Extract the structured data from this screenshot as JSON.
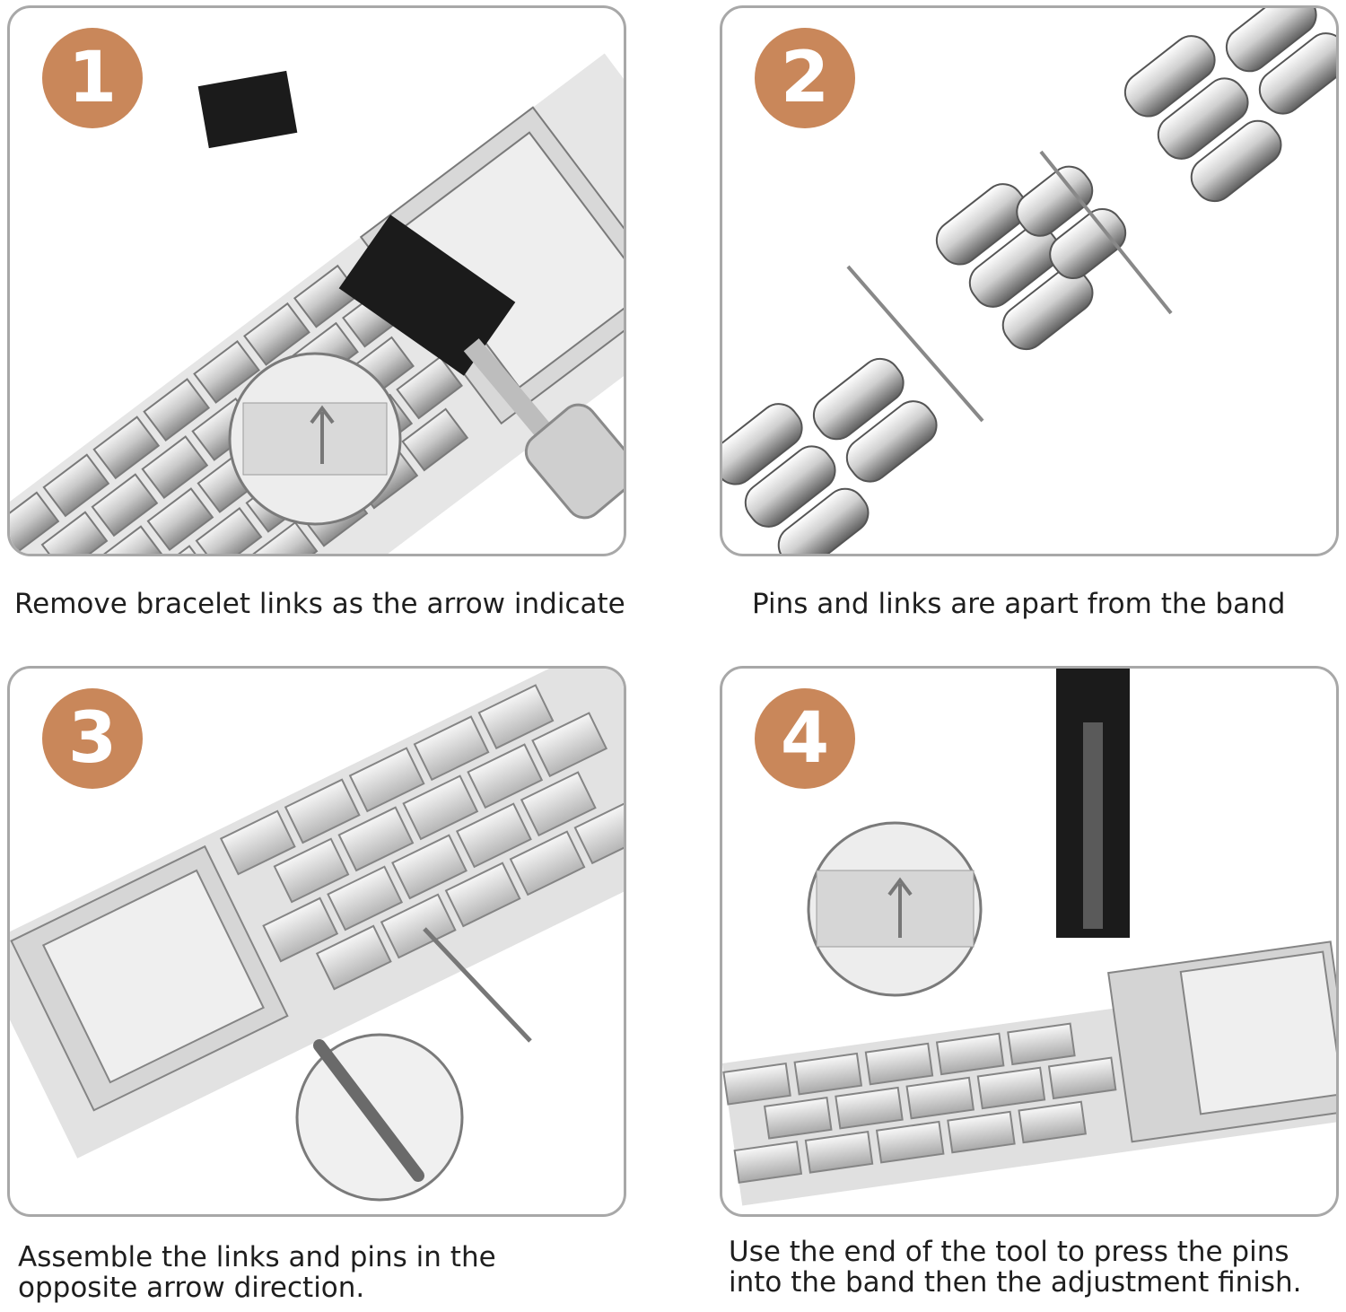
{
  "colors": {
    "badge": "#c9875a",
    "border": "#a8a8a8",
    "steel_light": "#e9e9e9",
    "steel_mid": "#bdbdbd",
    "steel_dark": "#6d6d6d",
    "tool_black": "#1b1b1b"
  },
  "steps": [
    {
      "number": "1",
      "caption_lines": [
        "Remove bracelet links as the arrow indicate"
      ],
      "icons": [
        "watch-band-illustration",
        "pin-remover-tool-icon",
        "arrow-detail-magnifier-icon"
      ]
    },
    {
      "number": "2",
      "caption_lines": [
        "Pins and links are apart from the band"
      ],
      "icons": [
        "removed-link-illustration",
        "pin-icon"
      ]
    },
    {
      "number": "3",
      "caption_lines": [
        "Assemble the links and pins in the",
        "opposite arrow direction."
      ],
      "icons": [
        "watch-band-illustration",
        "pin-icon",
        "pin-detail-magnifier-icon"
      ]
    },
    {
      "number": "4",
      "caption_lines": [
        "Use the end of the tool to press the pins",
        "into the band then the adjustment finish."
      ],
      "icons": [
        "watch-band-illustration",
        "pin-pusher-tool-icon",
        "arrow-detail-magnifier-icon"
      ]
    }
  ]
}
